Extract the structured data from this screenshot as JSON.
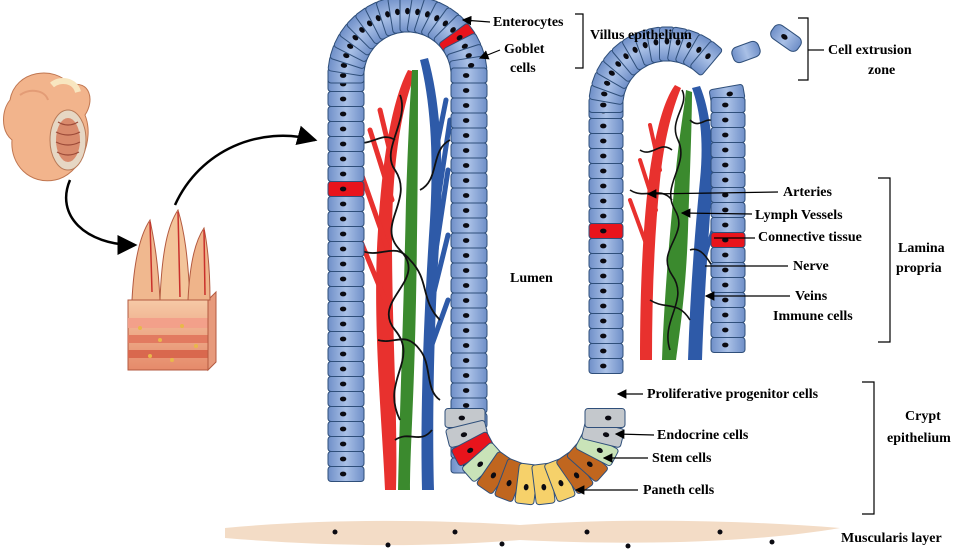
{
  "labels": {
    "enterocytes": "Enterocytes",
    "goblet_line1": "Goblet",
    "goblet_line2": "cells",
    "villus_epithelium": "Villus epithelium",
    "cell_extrusion_line1": "Cell extrusion",
    "cell_extrusion_line2": "zone",
    "arteries": "Arteries",
    "lymph_vessels": "Lymph Vessels",
    "connective_tissue": "Connective tissue",
    "nerve": "Nerve",
    "veins": "Veins",
    "immune_cells": "Immune cells",
    "lamina_line1": "Lamina",
    "lamina_line2": "propria",
    "lumen": "Lumen",
    "proliferative": "Proliferative progenitor cells",
    "endocrine": "Endocrine cells",
    "stem": "Stem cells",
    "paneth": "Paneth cells",
    "crypt_line1": "Crypt",
    "crypt_line2": "epithelium",
    "muscularis": "Muscularis layer"
  },
  "colors": {
    "enterocyte": "#8eaadb",
    "enterocyte_dark": "#5f82bd",
    "goblet": "#e8141c",
    "artery": "#e8312e",
    "lymph": "#3b8a2e",
    "vein": "#2e5aa8",
    "nerve": "#111111",
    "progenitor": "#c4c8cc",
    "endocrine": "#c9e3b8",
    "stem": "#c0661f",
    "paneth": "#f6d16a",
    "muscularis": "#f3dcc6"
  }
}
